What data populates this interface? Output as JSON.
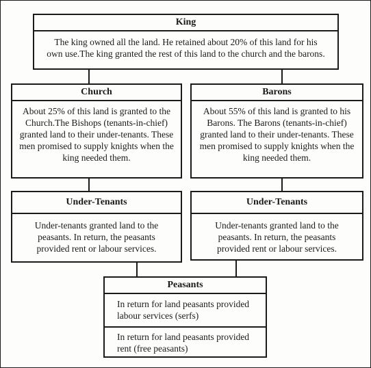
{
  "king": {
    "title": "King",
    "text": "The king owned all the land. He retained about 20% of this land for his own use.The king granted the rest of this land to the church and the barons."
  },
  "church": {
    "title": "Church",
    "text": "About 25% of this land is granted to the Church.The Bishops (tenants-in-chief) granted land to their under-tenants. These men promised to supply knights when the king needed them."
  },
  "barons": {
    "title": "Barons",
    "text": "About 55% of this land is granted to his Barons. The Barons (tenants-in-chief) granted land to their under-tenants. These men promised to supply knights when the king needed them."
  },
  "under_tenants_left": {
    "title": "Under-Tenants",
    "text": "Under-tenants granted land to the peasants. In return, the peasants provided rent or labour services."
  },
  "under_tenants_right": {
    "title": "Under-Tenants",
    "text": "Under-tenants granted land to the peasants. In return, the peasants provided rent or labour services."
  },
  "peasants": {
    "title": "Peasants",
    "text_serfs": "In return for land peasants provided labour services (serfs)",
    "text_free": "In return for land peasants provided rent (free peasants)"
  }
}
